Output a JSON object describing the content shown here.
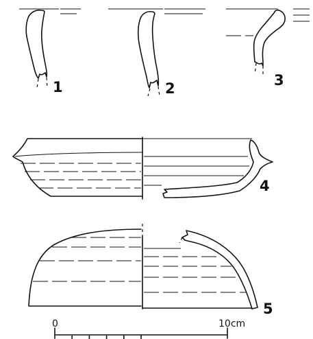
{
  "sherds": [
    {
      "number": "1"
    },
    {
      "number": "2"
    },
    {
      "number": "3"
    },
    {
      "number": "4"
    },
    {
      "number": "5"
    }
  ],
  "scale_bar": {
    "start_label": "0",
    "end_label": "10cm",
    "divisions": 10
  }
}
